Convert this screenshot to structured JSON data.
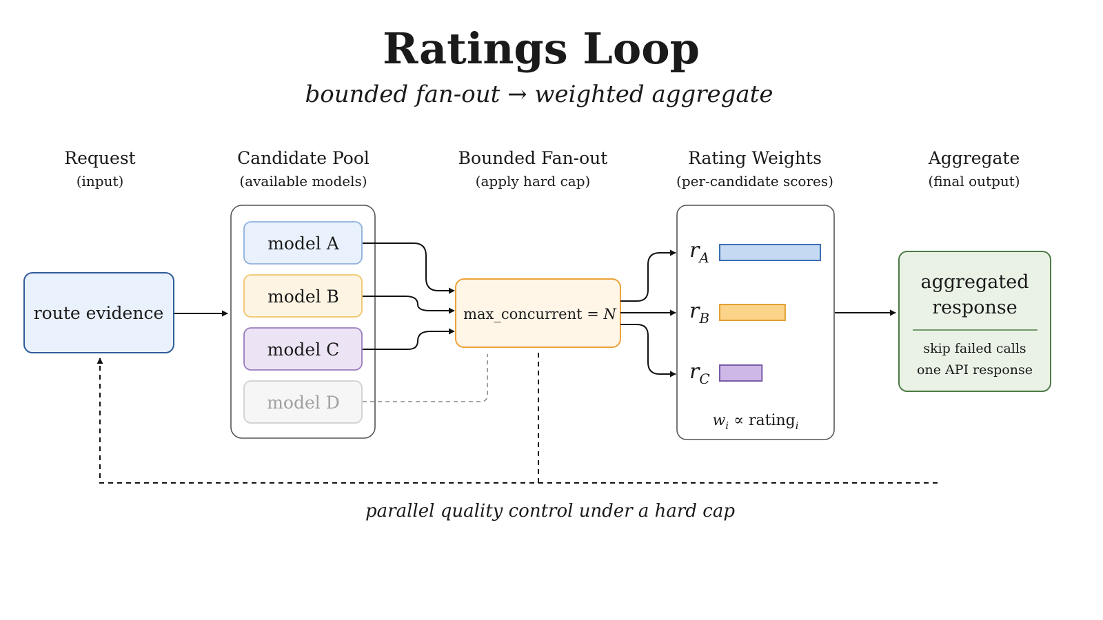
{
  "diagram": {
    "title": "Ratings Loop",
    "subtitle": "bounded fan-out → weighted aggregate",
    "columns": [
      {
        "heading": "Request",
        "subheading": "(input)"
      },
      {
        "heading": "Candidate Pool",
        "subheading": "(available models)"
      },
      {
        "heading": "Bounded Fan-out",
        "subheading": "(apply hard cap)"
      },
      {
        "heading": "Rating Weights",
        "subheading": "(per-candidate scores)"
      },
      {
        "heading": "Aggregate",
        "subheading": "(final output)"
      }
    ],
    "request_node": {
      "label": "route evidence"
    },
    "models": [
      {
        "label": "model A",
        "state": "selected"
      },
      {
        "label": "model B",
        "state": "selected"
      },
      {
        "label": "model C",
        "state": "selected"
      },
      {
        "label": "model D",
        "state": "excluded"
      }
    ],
    "fanout_node": {
      "label": "max_concurrent = ",
      "label_var": "N"
    },
    "ratings": [
      {
        "symbol": "r",
        "subscript": "A",
        "weight": 1.0
      },
      {
        "symbol": "r",
        "subscript": "B",
        "weight": 0.65
      },
      {
        "symbol": "r",
        "subscript": "C",
        "weight": 0.42
      }
    ],
    "weight_formula": {
      "lhs": "w",
      "lhs_sub": "i",
      "op": " ∝ rating",
      "rhs_sub": "i"
    },
    "aggregate_node": {
      "label_line1": "aggregated",
      "label_line2": "response",
      "note_line1": "skip failed calls",
      "note_line2": "one API response"
    },
    "caption": "parallel quality control under a hard cap"
  },
  "colors": {
    "blue_fill": "#e9f1fc",
    "blue_stroke": "#2f5b9a",
    "modelA_fill": "#e9f1fc",
    "modelA_stroke": "#8fb0dc",
    "modelB_fill": "#fdf4e3",
    "modelB_stroke": "#f0c56a",
    "modelC_fill": "#ece4f4",
    "modelC_stroke": "#9a7cbf",
    "modelD_fill": "#f6f6f6",
    "modelD_stroke": "#d0d0d0",
    "modelD_text": "#a0a0a0",
    "fanout_fill": "#fff6e8",
    "fanout_stroke": "#eda23a",
    "barA_fill": "#c6d9f2",
    "barA_stroke": "#3b6fb3",
    "barB_fill": "#fbd48a",
    "barB_stroke": "#e3a033",
    "barC_fill": "#cdb8e8",
    "barC_stroke": "#7a5aa8",
    "agg_fill": "#eaf2e6",
    "agg_stroke": "#4c7a46",
    "panel_stroke": "#555555"
  }
}
